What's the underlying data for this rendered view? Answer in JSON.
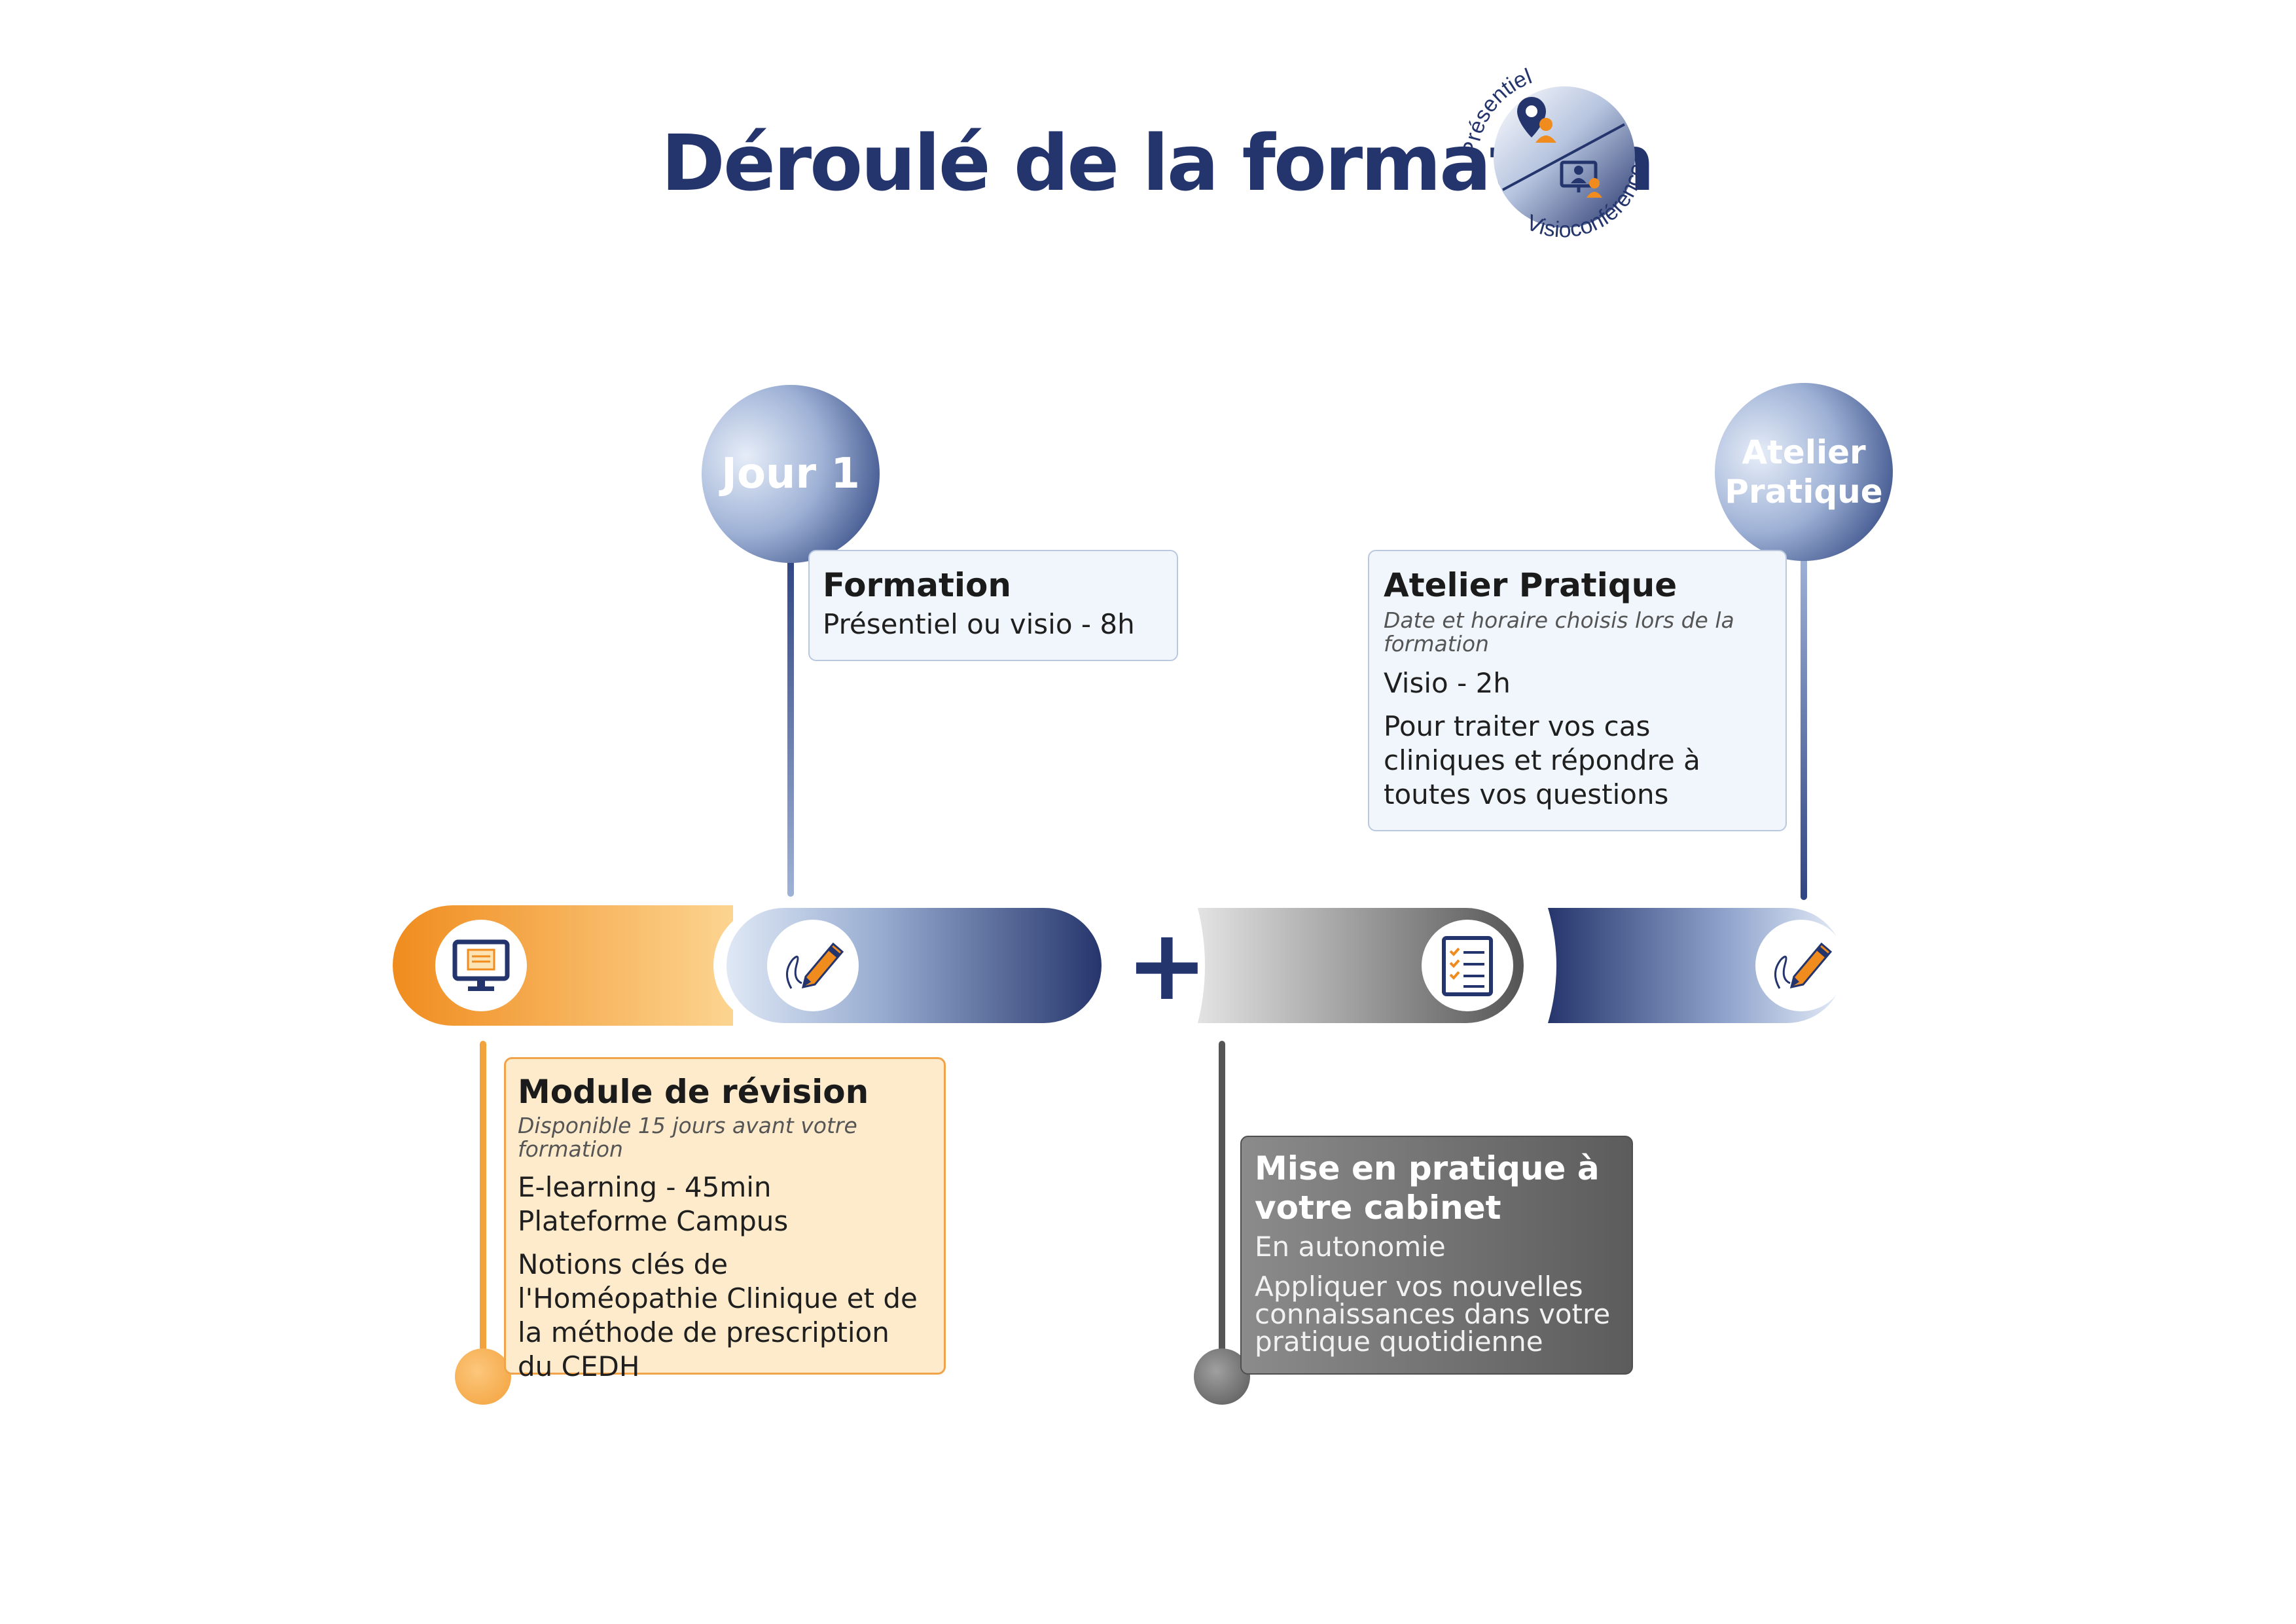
{
  "title": "Déroulé de la formation",
  "mode_badge": {
    "top_label": "Présentiel",
    "bottom_label": "Visioconférence"
  },
  "bubbles": {
    "jour1": "Jour 1",
    "atelier": "Atelier Pratique"
  },
  "cards": {
    "formation": {
      "heading": "Formation",
      "detail": "Présentiel ou visio - 8h"
    },
    "atelier": {
      "heading": "Atelier Pratique",
      "note": "Date et horaire choisis lors de la formation",
      "detail": "Visio - 2h",
      "description": "Pour traiter vos cas cliniques et répondre à toutes vos questions"
    },
    "module": {
      "heading": "Module de révision",
      "note": "Disponible 15 jours avant votre formation",
      "detail_line1": "E-learning - 45min",
      "detail_line2": "Plateforme Campus",
      "description": "Notions clés de l'Homéopathie Clinique et de la méthode de prescription du CEDH"
    },
    "pratique": {
      "heading": "Mise en pratique à votre cabinet",
      "detail": "En autonomie",
      "description": "Appliquer vos nouvelles connaissances dans votre pratique quotidienne"
    }
  },
  "plus_sign": "+",
  "icons": [
    "monitor-icon",
    "pen-signature-icon",
    "checklist-icon",
    "pen-signature-icon"
  ],
  "colors": {
    "navy": "#24356d",
    "orange": "#f08c1e",
    "light_blue_card": "#f0f6fc",
    "light_orange_card": "#fdebcb",
    "grey": "#5c5c5c"
  }
}
